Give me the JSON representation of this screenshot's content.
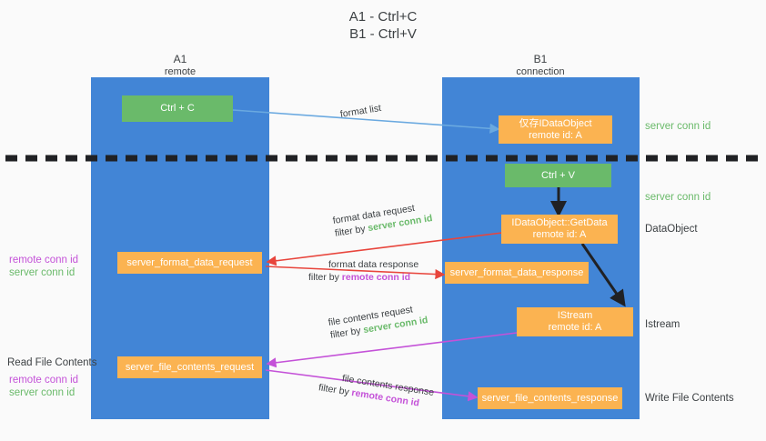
{
  "title": {
    "line1": "A1 - Ctrl+C",
    "line2": "B1 - Ctrl+V"
  },
  "columns": [
    {
      "name": "A1",
      "sub": "remote"
    },
    {
      "name": "B1",
      "sub": "connection"
    }
  ],
  "nodes": {
    "ctrl_c": "Ctrl + C",
    "ctrl_v": "Ctrl + V",
    "idataobject_title": "仅存IDataObject",
    "idataobject_sub": "remote id: A",
    "getdata_title": "IDataObject::GetData",
    "getdata_sub": "remote id: A",
    "istream_title": "IStream",
    "istream_sub": "remote id: A",
    "server_format_data_request": "server_format_data_request",
    "server_format_data_response": "server_format_data_response",
    "server_file_contents_request": "server_file_contents_request",
    "server_file_contents_response": "server_file_contents_response"
  },
  "edges": {
    "format_list": "format list",
    "format_data_request": "format data request",
    "format_data_request_filter_prefix": "filter by ",
    "format_data_request_filter_value": "server conn id",
    "format_data_response": "format data response",
    "format_data_response_filter_prefix": "filter by ",
    "format_data_response_filter_value": "remote conn id",
    "file_contents_request": "file contents request",
    "file_contents_request_filter_prefix": "filter by ",
    "file_contents_request_filter_value": "server conn id",
    "file_contents_response": "file contents response",
    "file_contents_response_filter_prefix": "filter by ",
    "file_contents_response_filter_value": "remote conn id"
  },
  "side_labels": {
    "right_server_conn_id_top": "server conn id",
    "right_server_conn_id_mid": "server conn id",
    "right_dataobject": "DataObject",
    "right_istream": "Istream",
    "right_write_file_contents": "Write File Contents",
    "left_remote_conn_id_1": "remote conn id",
    "left_server_conn_id_1": "server conn id",
    "left_read_file_contents": "Read File Contents",
    "left_remote_conn_id_2": "remote conn id",
    "left_server_conn_id_2": "server conn id"
  },
  "colors": {
    "lane": "#4285d6",
    "green_node": "#6aba6a",
    "orange_node": "#fbb351",
    "green_text": "#6aba6a",
    "purple_text": "#c452d8",
    "blue_arrow": "#6aa9e0",
    "red_arrow": "#e8453c",
    "magenta_arrow": "#c452d8",
    "black_arrow": "#202124",
    "background": "#fafafa"
  }
}
